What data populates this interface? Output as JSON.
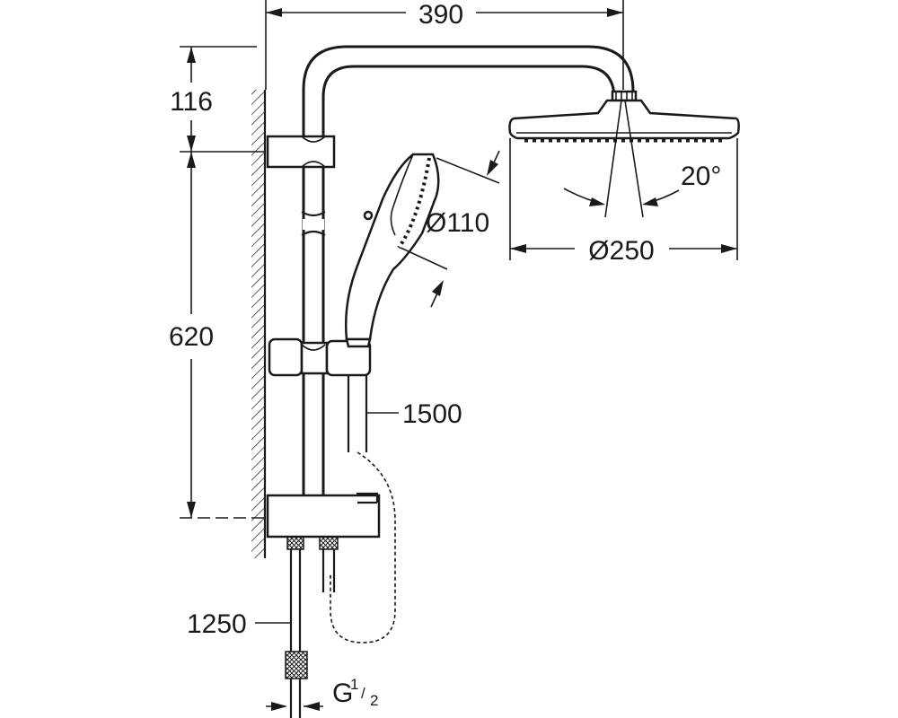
{
  "dimensions": {
    "width_total": "390",
    "arm_height": "116",
    "rail_height": "620",
    "hand_shower_diameter": "Ø110",
    "head_shower_diameter": "Ø250",
    "head_angle": "20°",
    "hand_hose_length": "1500",
    "supply_hose_length": "1250",
    "connection_prefix": "G",
    "connection_numerator": "1",
    "connection_slash": "/",
    "connection_denominator": "2"
  }
}
